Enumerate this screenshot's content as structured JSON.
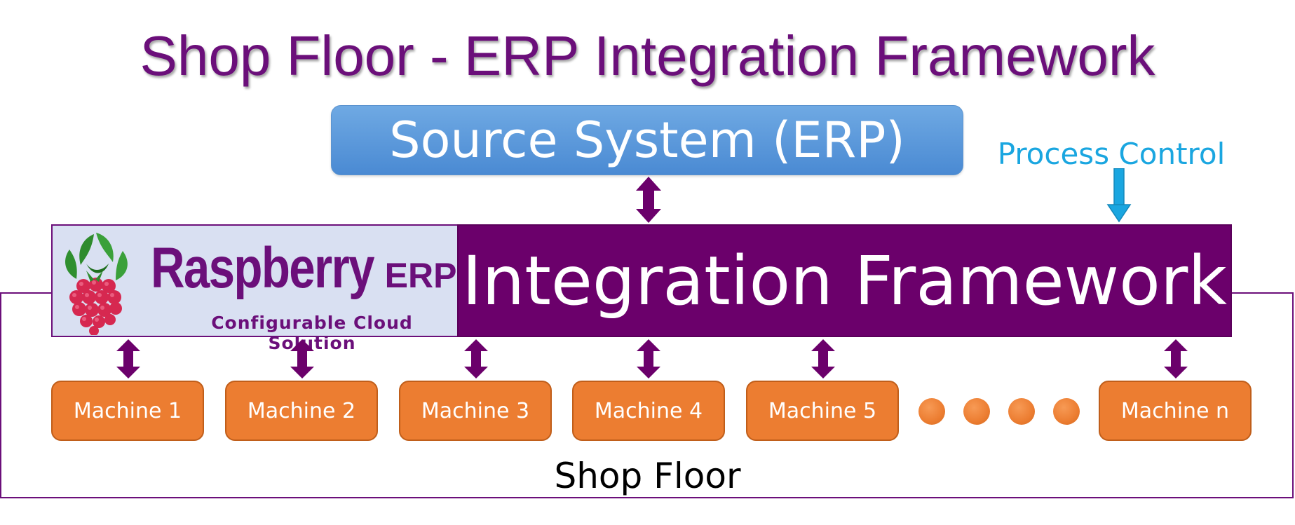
{
  "title": "Shop Floor - ERP Integration Framework",
  "source_system": {
    "label": "Source System (ERP)"
  },
  "process_control": {
    "label": "Process Control"
  },
  "raspberry": {
    "brand_main": "Raspberry",
    "brand_suffix": "ERP",
    "tagline": "Configurable Cloud Solution"
  },
  "integration": {
    "label": "Integration Framework"
  },
  "machines": [
    {
      "label": "Machine 1"
    },
    {
      "label": "Machine 2"
    },
    {
      "label": "Machine 3"
    },
    {
      "label": "Machine 4"
    },
    {
      "label": "Machine 5"
    },
    {
      "label": "Machine n"
    }
  ],
  "shop_floor": {
    "label": "Shop Floor"
  },
  "colors": {
    "title": "#6b0f7a",
    "integration_bar": "#6b006b",
    "source_box": "#4a8ad3",
    "machine": "#ec7d31",
    "process_control": "#1aa6e0",
    "arrow": "#6b006b"
  }
}
